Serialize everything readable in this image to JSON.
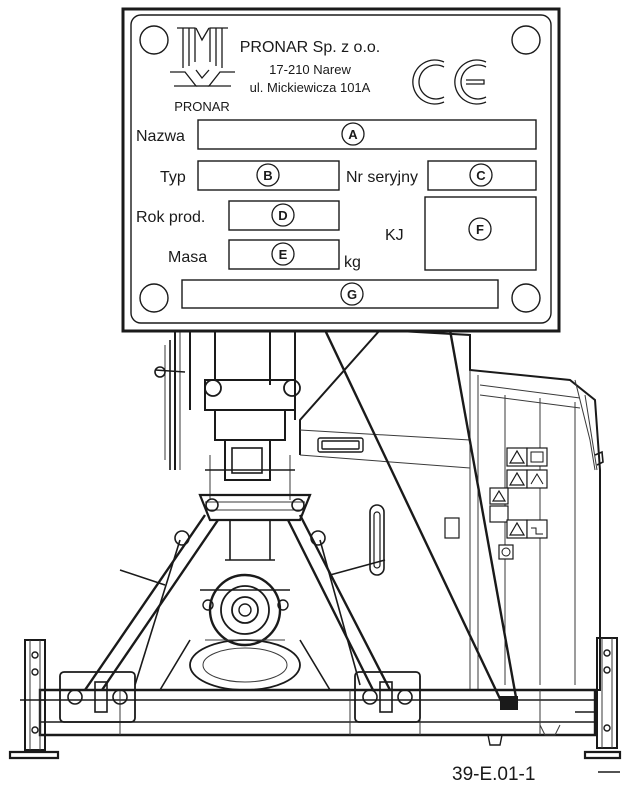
{
  "plate": {
    "company": "PRONAR Sp. z o.o.",
    "address_line1": "17-210 Narew",
    "address_line2": "ul. Mickiewicza 101A",
    "logo_text": "PRONAR",
    "ce_mark": "CE",
    "fields": {
      "name_label": "Nazwa",
      "type_label": "Typ",
      "serial_label": "Nr seryjny",
      "year_label": "Rok prod.",
      "mass_label": "Masa",
      "mass_unit": "kg",
      "kj_label": "KJ"
    },
    "markers": {
      "a": "A",
      "b": "B",
      "c": "C",
      "d": "D",
      "e": "E",
      "f": "F",
      "g": "G"
    }
  },
  "drawing_code": "39-E.01-1"
}
